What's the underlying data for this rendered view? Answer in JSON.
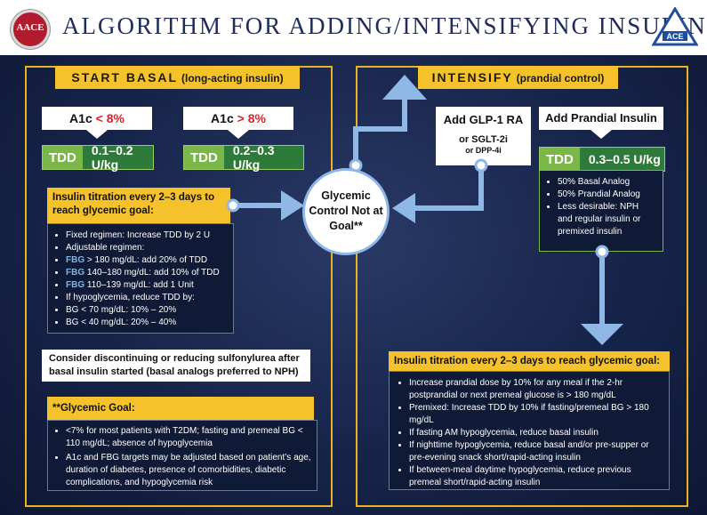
{
  "header": {
    "title": "ALGORITHM FOR ADDING/INTENSIFYING INSULIN",
    "logo_left_text": "AACE",
    "logo_right_text": "ACE"
  },
  "start_basal": {
    "heading": "START BASAL",
    "heading_sub": "(long-acting insulin)",
    "a1c_low_prefix": "A1c",
    "a1c_low_value": "< 8%",
    "a1c_high_prefix": "A1c",
    "a1c_high_value": "> 8%",
    "tdd_low_label": "TDD",
    "tdd_low_value": "0.1–0.2 U/kg",
    "tdd_high_label": "TDD",
    "tdd_high_value": "0.2–0.3 U/kg",
    "titration_title": "Insulin titration every 2–3 days to reach glycemic goal:",
    "titration": {
      "fixed": "Fixed regimen: Increase TDD by 2 U",
      "adjustable": "Adjustable regimen:",
      "fbg1_label": "FBG",
      "fbg1_text": "> 180 mg/dL: add 20% of TDD",
      "fbg2_label": "FBG",
      "fbg2_text": "140–180 mg/dL: add 10% of TDD",
      "fbg3_label": "FBG",
      "fbg3_text": "110–139 mg/dL: add 1 Unit",
      "hypo": "If hypoglycemia, reduce TDD by:",
      "bg1": "BG < 70 mg/dL: 10% – 20%",
      "bg2": "BG < 40 mg/dL: 20% – 40%"
    },
    "consider_text": "Consider discontinuing or reducing sulfonylurea after basal insulin started (basal analogs preferred to NPH)",
    "goal_title": "**Glycemic Goal:",
    "goal_items": [
      "<7% for most patients with T2DM; fasting and premeal BG < 110 mg/dL; absence of hypoglycemia",
      "A1c and FBG targets may be adjusted based on patient’s age, duration of diabetes, presence of comorbidities, diabetic complications, and hypoglycemia risk"
    ]
  },
  "center": {
    "circle_text": "Glycemic Control Not at Goal**"
  },
  "intensify": {
    "heading": "INTENSIFY",
    "heading_sub": "(prandial control)",
    "glp1_title": "Add GLP-1 RA",
    "glp1_or1": "or SGLT-2i",
    "glp1_or2": "or DPP-4i",
    "prandial_title": "Add Prandial Insulin",
    "tdd_label": "TDD",
    "tdd_value": "0.3–0.5 U/kg",
    "prandial_items": [
      "50% Basal Analog",
      "50% Prandial Analog",
      "Less desirable: NPH and regular insulin or premixed insulin"
    ],
    "titration_title": "Insulin titration every 2–3 days to reach glycemic goal:",
    "titration_items": [
      "Increase prandial dose by 10% for any meal if the 2-hr postprandial or next premeal glucose is > 180 mg/dL",
      "Premixed: Increase TDD by 10% if fasting/premeal BG > 180 mg/dL",
      "If fasting AM hypoglycemia, reduce basal insulin",
      "If nighttime hypoglycemia, reduce basal and/or pre-supper or pre-evening snack short/rapid-acting insulin",
      "If between-meal daytime hypoglycemia, reduce previous premeal short/rapid-acting insulin"
    ]
  }
}
